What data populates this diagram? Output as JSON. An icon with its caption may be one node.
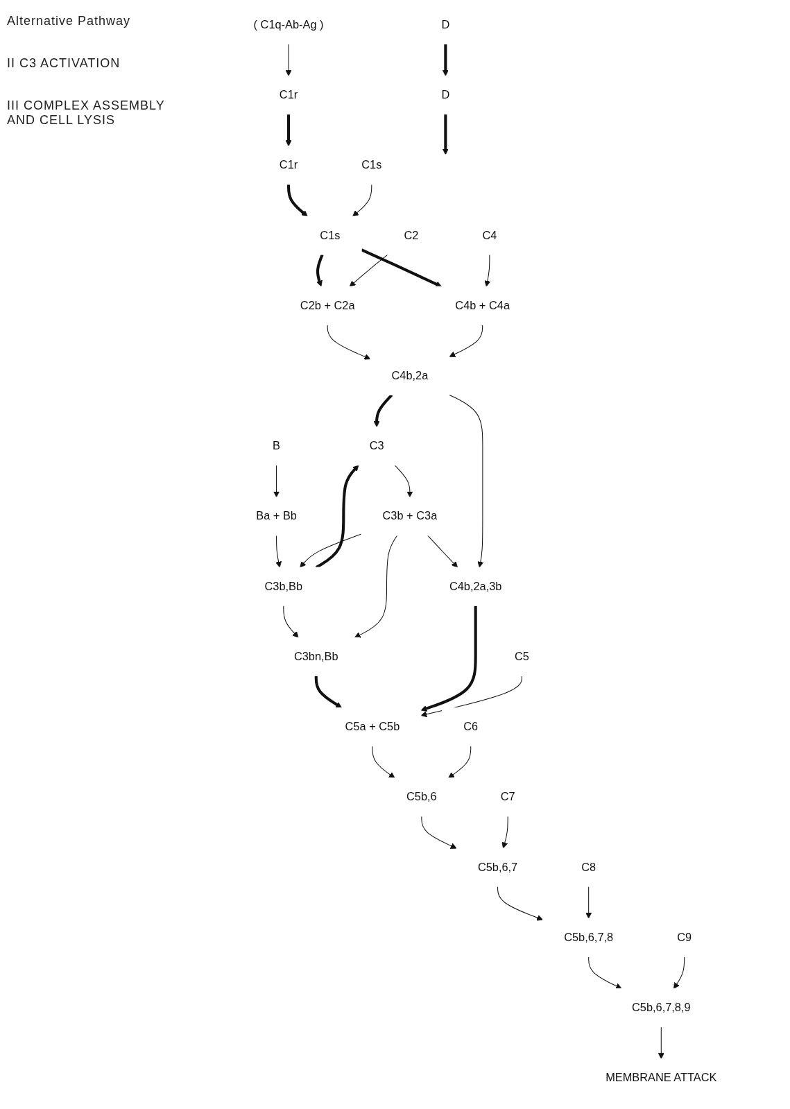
{
  "diagram": {
    "nodes": [
      {
        "text": [
          "( C1q-Ab-Ag )"
        ]
      },
      {
        "text": [
          "C1r"
        ]
      },
      {
        "text": [
          "C1r"
        ]
      },
      {
        "text": [
          "D"
        ]
      },
      {
        "text": [
          "B"
        ]
      },
      {
        "text": [
          "D"
        ]
      },
      {
        "text": [
          "C1s"
        ]
      },
      {
        "text": [
          "C1s"
        ]
      },
      {
        "text": [
          "Ba + Bb"
        ]
      },
      {
        "text": [
          "C2b + C2a"
        ]
      },
      {
        "text": [
          "C2"
        ]
      },
      {
        "text": [
          "C4"
        ]
      },
      {
        "text": [
          "C4b + C4a"
        ]
      },
      {
        "text": [
          "C3b,Bb"
        ]
      },
      {
        "text": [
          "C4b,2a"
        ]
      },
      {
        "text": [
          "C3"
        ]
      },
      {
        "text": [
          "C3b + C3a"
        ]
      },
      {
        "text": [
          "C3bn,Bb"
        ]
      },
      {
        "text": [
          "C4b,2a,3b"
        ]
      },
      {
        "text": [
          "C5"
        ]
      },
      {
        "text": [
          "C5a + C5b"
        ]
      },
      {
        "text": [
          "C6"
        ]
      },
      {
        "text": [
          "C5b,6"
        ]
      },
      {
        "text": [
          "C7"
        ]
      },
      {
        "text": [
          "C5b,6,7"
        ]
      },
      {
        "text": [
          "C8"
        ]
      },
      {
        "text": [
          "C5b,6,7,8"
        ]
      },
      {
        "text": [
          "C9"
        ]
      },
      {
        "text": [
          "C5b,6,7,8,9"
        ]
      },
      {
        "text": [
          "MEMBRANE ATTACK"
        ]
      }
    ],
    "edges": [
      {
        "from": 0,
        "to": 1,
        "arrow": "to"
      },
      {
        "from": 1,
        "to": 2,
        "arrow": "to",
        "style": "thick"
      },
      {
        "from": 2,
        "to": 6,
        "arrow": "to",
        "style": "thick"
      },
      {
        "from": 7,
        "to": 6,
        "arrow": "to"
      },
      {
        "from": 3,
        "to": 5,
        "arrow": "to",
        "style": "thick"
      },
      {
        "from": 5,
        "to": null,
        "arrow": "to",
        "style": "thick"
      },
      {
        "from": 4,
        "to": 8,
        "arrow": "to"
      },
      {
        "from": 6,
        "to": 9,
        "arrow": "to",
        "style": "thick"
      },
      {
        "from": 6,
        "to": 12,
        "arrow": "to",
        "style": "thick"
      },
      {
        "from": 10,
        "to": 9,
        "arrow": "to"
      },
      {
        "from": 11,
        "to": 12,
        "arrow": "to"
      },
      {
        "from": 9,
        "to": 14,
        "arrow": "to"
      },
      {
        "from": 12,
        "to": 14,
        "arrow": "to"
      },
      {
        "from": 8,
        "to": 13,
        "arrow": "to"
      },
      {
        "from": 13,
        "to": 15,
        "arrow": "to",
        "style": "thick"
      },
      {
        "from": 14,
        "to": 15,
        "arrow": "to",
        "style": "thick"
      },
      {
        "from": 15,
        "to": 16,
        "arrow": "to"
      },
      {
        "from": 16,
        "to": 13,
        "arrow": "to"
      },
      {
        "from": 13,
        "to": 17,
        "arrow": "to"
      },
      {
        "from": 16,
        "to": 17,
        "arrow": "to"
      },
      {
        "from": 16,
        "to": 18,
        "arrow": "to"
      },
      {
        "from": 14,
        "to": 18,
        "arrow": "to"
      },
      {
        "from": 17,
        "to": 20,
        "arrow": "to",
        "style": "thick"
      },
      {
        "from": 18,
        "to": 20,
        "arrow": "to",
        "style": "thick"
      },
      {
        "from": 19,
        "to": 20,
        "arrow": "to"
      },
      {
        "from": 20,
        "to": 22,
        "arrow": "to"
      },
      {
        "from": 21,
        "to": 22,
        "arrow": "to"
      },
      {
        "from": 22,
        "to": 24,
        "arrow": "to"
      },
      {
        "from": 23,
        "to": 24,
        "arrow": "to"
      },
      {
        "from": 24,
        "to": 26,
        "arrow": "to"
      },
      {
        "from": 25,
        "to": 26,
        "arrow": "to"
      },
      {
        "from": 26,
        "to": 28,
        "arrow": "to"
      },
      {
        "from": 27,
        "to": 28,
        "arrow": "to"
      },
      {
        "from": 28,
        "to": 29,
        "arrow": "to"
      }
    ],
    "labels": [
      "Alternative Pathway",
      "II C3 ACTIVATION",
      "III COMPLEX ASSEMBLY AND CELL LYSIS"
    ]
  }
}
